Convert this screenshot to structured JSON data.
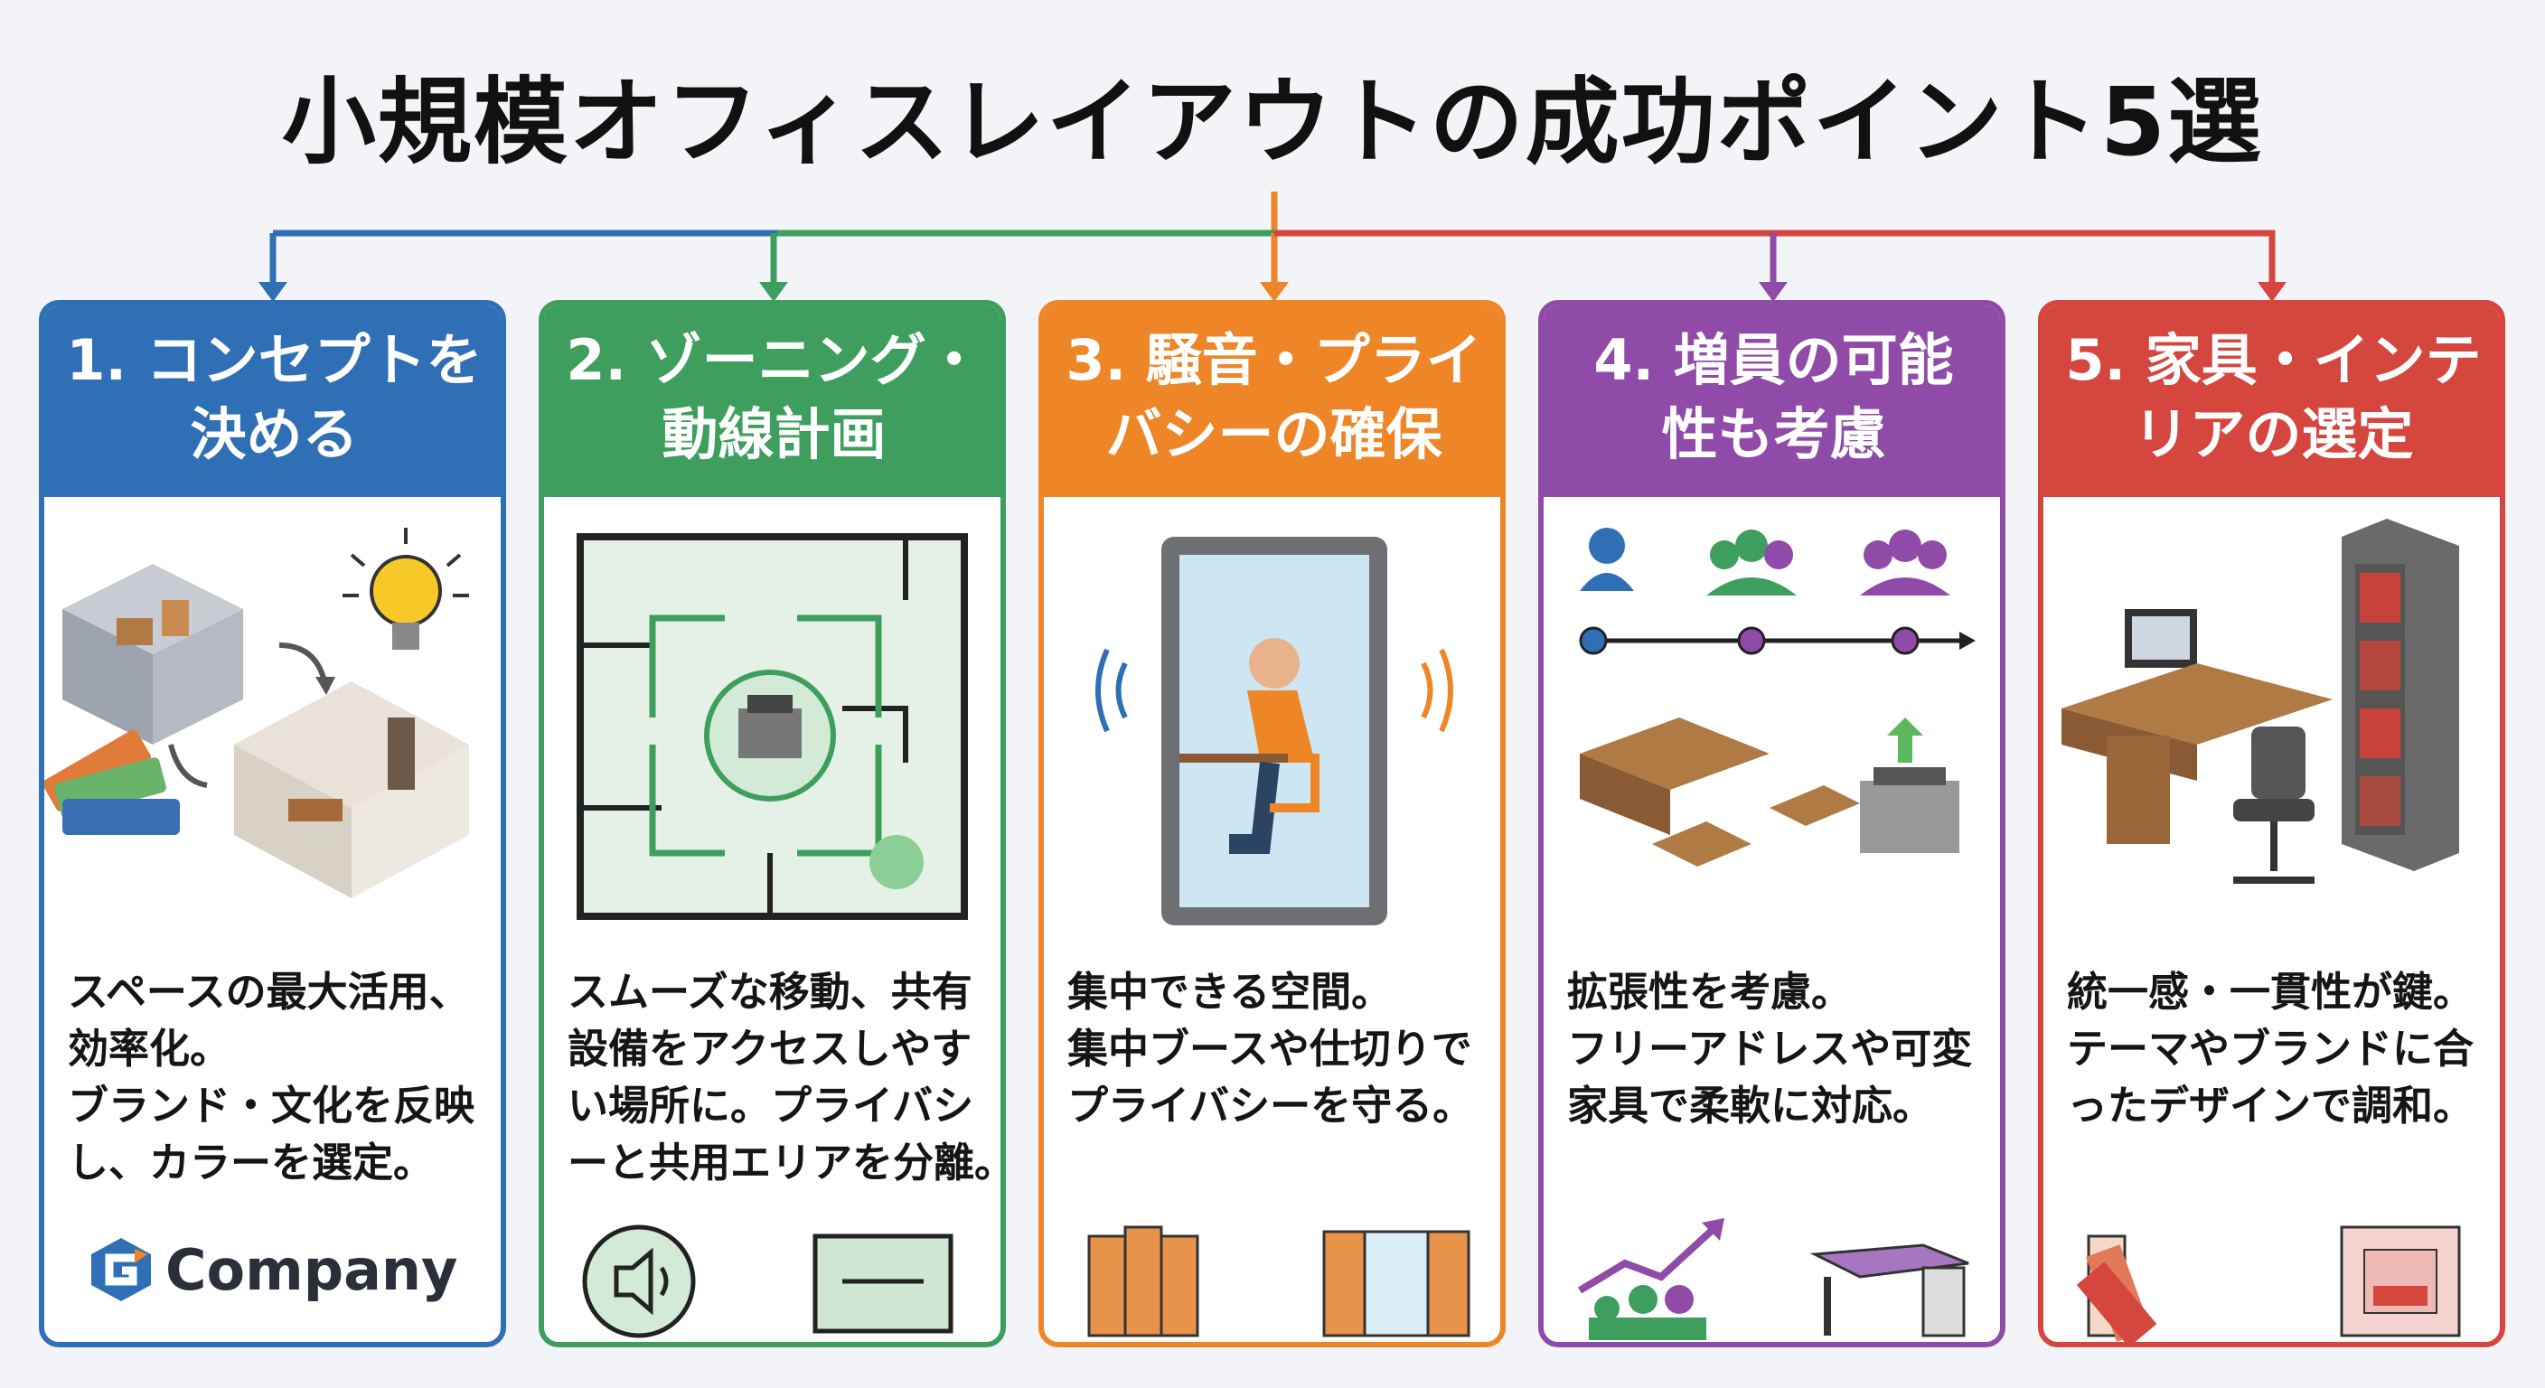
{
  "title": "小規模オフィスレイアウトの成功ポイント5選",
  "colors": {
    "blue": "#2f6fb5",
    "green": "#3d9e5e",
    "orange": "#ee8627",
    "purple": "#8f4ba7",
    "red": "#d4463e"
  },
  "cards": [
    {
      "heading": [
        "1. コンセプトを",
        "決める"
      ],
      "body": [
        "スペースの最大活用、",
        "効率化。",
        "ブランド・文化を反映",
        "し、カラーを選定。"
      ],
      "logo_text": "Company"
    },
    {
      "heading": [
        "2. ゾーニング・",
        "動線計画"
      ],
      "body": [
        "スムーズな移動、共有",
        "設備をアクセスしやす",
        "い場所に。プライバシ",
        "ーと共用エリアを分離。"
      ]
    },
    {
      "heading": [
        "3. 騒音・プライ",
        "バシーの確保"
      ],
      "body": [
        "集中できる空間。",
        "集中ブースや仕切りで",
        "プライバシーを守る。"
      ]
    },
    {
      "heading": [
        "4. 増員の可能",
        "性も考慮"
      ],
      "body": [
        "拡張性を考慮。",
        "フリーアドレスや可変",
        "家具で柔軟に対応。"
      ]
    },
    {
      "heading": [
        "5. 家具・インテ",
        "リアの選定"
      ],
      "body": [
        "統一感・一貫性が鍵。",
        "テーマやブランドに合",
        "ったデザインで調和。"
      ]
    }
  ]
}
